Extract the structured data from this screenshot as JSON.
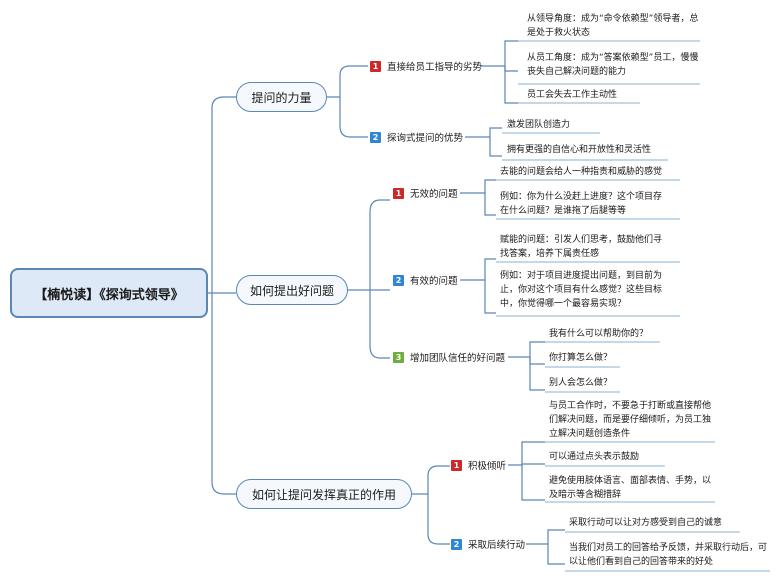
{
  "root": {
    "label": "【楠悦读】《探询式领导》"
  },
  "branches": [
    {
      "label": "提问的力量",
      "children": [
        {
          "num": "1",
          "label": "直接给员工指导的劣势",
          "leaves": [
            "从领导角度：成为“命令依赖型”领导者，总是处于救火状态",
            "从员工角度：成为“答案依赖型”员工，慢慢丧失自己解决问题的能力",
            "员工会失去工作主动性"
          ]
        },
        {
          "num": "2",
          "label": "探询式提问的优势",
          "leaves": [
            "激发团队创造力",
            "拥有更强的自信心和开放性和灵活性"
          ]
        }
      ]
    },
    {
      "label": "如何提出好问题",
      "children": [
        {
          "num": "1",
          "label": "无效的问题",
          "leaves": [
            "去能的问题会给人一种指责和威胁的感觉",
            "例如：你为什么没赶上进度？这个项目存在什么问题？是谁拖了后腿等等"
          ]
        },
        {
          "num": "2",
          "label": "有效的问题",
          "leaves": [
            "赋能的问题：引发人们思考，鼓励他们寻找答案，培养下属责任感",
            "例如：对于项目进度提出问题，到目前为止，你对这个项目有什么感觉？这些目标中，你觉得哪一个最容易实现？"
          ]
        },
        {
          "num": "3",
          "label": "增加团队信任的好问题",
          "leaves": [
            "我有什么可以帮助你的？",
            "你打算怎么做？",
            "别人会怎么做？"
          ]
        }
      ]
    },
    {
      "label": "如何让提问发挥真正的作用",
      "children": [
        {
          "num": "1",
          "label": "积极倾听",
          "leaves": [
            "与员工合作时，不要急于打断或直接帮他们解决问题，而是要仔细倾听，为员工独立解决问题创造条件",
            "可以通过点头表示鼓励",
            "避免使用肢体语言、面部表情、手势，以及暗示等含糊措辞"
          ]
        },
        {
          "num": "2",
          "label": "采取后续行动",
          "leaves": [
            "采取行动可以让对方感受到自己的诚意",
            "当我们对员工的回答给予反馈，并采取行动后，可以让他们看到自己的回答带来的好处"
          ]
        }
      ]
    }
  ]
}
